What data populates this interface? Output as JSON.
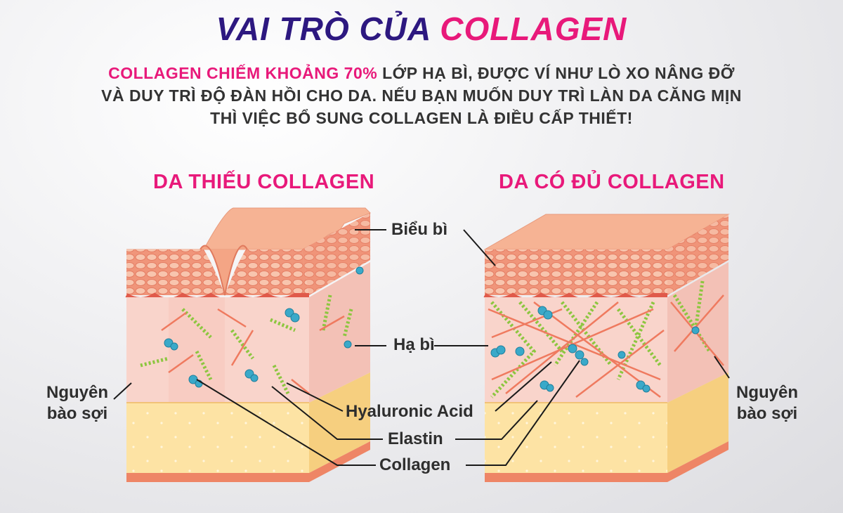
{
  "title": {
    "part1": "VAI TRÒ CỦA ",
    "part2": "COLLAGEN"
  },
  "intro": {
    "highlight": "COLLAGEN CHIẾM KHOẢNG 70%",
    "rest": " LỚP HẠ BÌ, ĐƯỢC VÍ NHƯ LÒ XO NÂNG ĐỠ VÀ DUY TRÌ ĐỘ ĐÀN HỒI CHO DA. NẾU BẠN MUỐN DUY TRÌ LÀN DA CĂNG MỊN THÌ VIỆC BỔ SUNG COLLAGEN LÀ ĐIỀU CẤP THIẾT!"
  },
  "left_heading": "DA THIẾU COLLAGEN",
  "right_heading": "DA CÓ ĐỦ COLLAGEN",
  "labels": {
    "epidermis": "Biểu bì",
    "dermis": "Hạ bì",
    "hyaluronic": "Hyaluronic Acid",
    "elastin": "Elastin",
    "collagen": "Collagen",
    "fibroblast_line1": "Nguyên",
    "fibroblast_line2": "bào sợi"
  },
  "colors": {
    "title_dark": "#2d1880",
    "accent_pink": "#e8197a",
    "epidermis": "#f2a88a",
    "dermis": "#f9d7d0",
    "fat": "#fde2a0",
    "elastin": "#8cc63f",
    "collagen_fiber": "#ef7a5f",
    "hyaluronic": "#3aa9c9"
  }
}
